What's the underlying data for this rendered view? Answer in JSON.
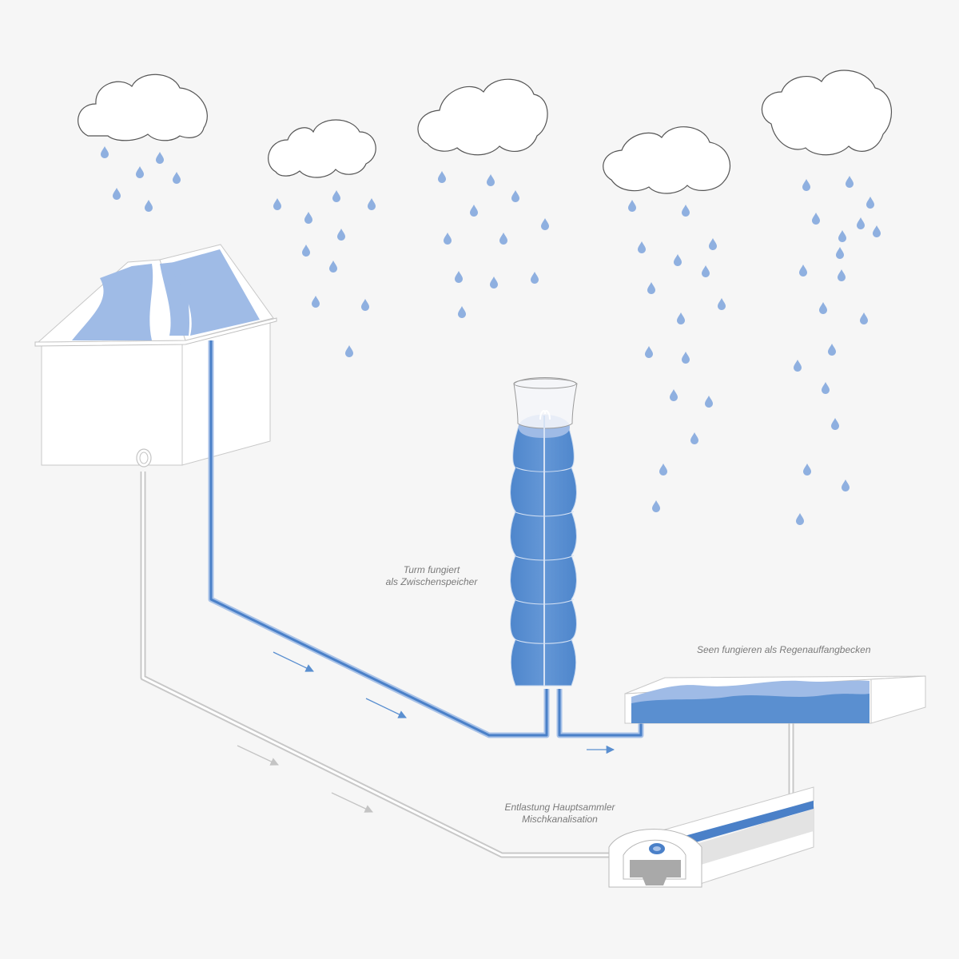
{
  "captions": {
    "tower": [
      "Turm fungiert",
      "als Zwischenspeicher"
    ],
    "lakes": "Seen fungieren als Regenauffangbecken",
    "sewer": [
      "Entlastung Hauptsammler",
      "Mischkanalisation"
    ]
  },
  "colors": {
    "background": "#f6f6f6",
    "water": "#5a8fd0",
    "water_light": "#9fbbe6",
    "raindrop": "#8fb0e0",
    "outline": "#c9c9c9",
    "grey_pipe": "#b0b0b0"
  }
}
